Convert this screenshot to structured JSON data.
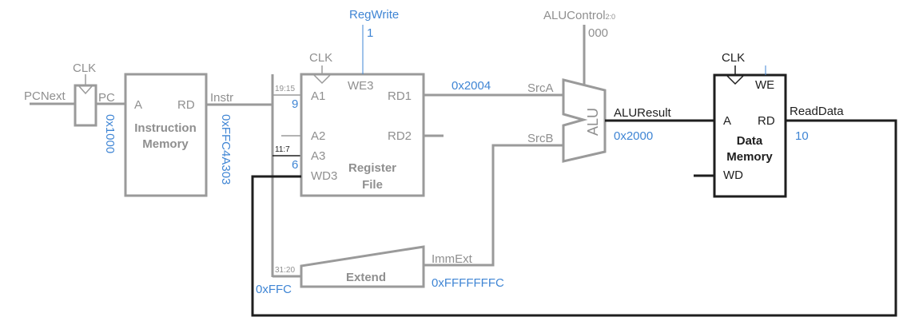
{
  "colors": {
    "inactive": "#9a9a9a",
    "active": "#1e1e1e",
    "value": "#3f85d4"
  },
  "pc_register": {
    "input_label": "PCNext",
    "clk_label": "CLK",
    "output_label": "PC",
    "value": "0x1000"
  },
  "instruction_memory": {
    "title_line1": "Instruction",
    "title_line2": "Memory",
    "port_a": "A",
    "port_rd": "RD",
    "output_label": "Instr",
    "value": "0xFFC4A303"
  },
  "bus": {
    "field_rs1": "19:15",
    "rs1_value": "9",
    "field_rd": "11:7",
    "rd_value": "6",
    "field_imm": "31:20",
    "imm_value": "0xFFC"
  },
  "register_file": {
    "title_line1": "Register",
    "title_line2": "File",
    "clk_label": "CLK",
    "we3": "WE3",
    "a1": "A1",
    "a2": "A2",
    "a3": "A3",
    "wd3": "WD3",
    "rd1": "RD1",
    "rd2": "RD2",
    "regwrite_label": "RegWrite",
    "regwrite_value": "1",
    "rd1_value": "0x2004"
  },
  "extend": {
    "label": "Extend",
    "output_label": "ImmExt",
    "output_value": "0xFFFFFFFC"
  },
  "alu": {
    "label": "ALU",
    "srca": "SrcA",
    "srcb": "SrcB",
    "control_label": "ALUControl",
    "control_subscript": "2:0",
    "control_value": "000",
    "result_label": "ALUResult",
    "result_value": "0x2000"
  },
  "data_memory": {
    "title_line1": "Data",
    "title_line2": "Memory",
    "clk_label": "CLK",
    "we": "WE",
    "port_a": "A",
    "port_rd": "RD",
    "port_wd": "WD",
    "output_label": "ReadData",
    "output_value": "10"
  }
}
